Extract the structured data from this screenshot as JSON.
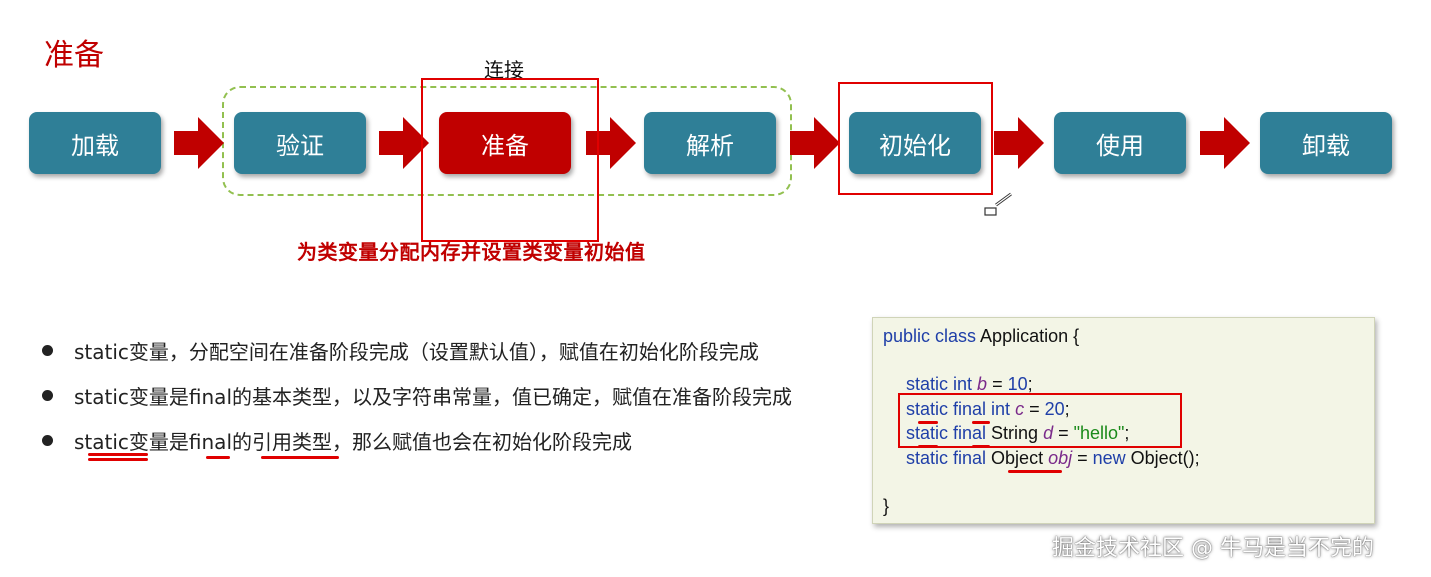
{
  "title": "准备",
  "stages": [
    {
      "label": "加载"
    },
    {
      "label": "验证"
    },
    {
      "label": "准备"
    },
    {
      "label": "解析"
    },
    {
      "label": "初始化"
    },
    {
      "label": "使用"
    },
    {
      "label": "卸载"
    }
  ],
  "group_label": "连接",
  "stage_note": "为类变量分配内存并设置类变量初始值",
  "bullets": [
    "static变量，分配空间在准备阶段完成（设置默认值），赋值在初始化阶段完成",
    "static变量是final的基本类型，以及字符串常量，值已确定，赋值在准备阶段完成",
    "static变量是final的引用类型，那么赋值也会在初始化阶段完成"
  ],
  "code": {
    "line1": {
      "a": "public class",
      "b": " Application {"
    },
    "line2": {
      "kw": "static int",
      "var": "b",
      "eq": " = ",
      "val": "10",
      "end": ";"
    },
    "line3": {
      "kw": "static final int",
      "var": "c",
      "eq": " = ",
      "val": "20",
      "end": ";"
    },
    "line4": {
      "kw": "static final",
      "type": " String ",
      "var": "d",
      "eq": " = ",
      "val": "\"hello\"",
      "end": ";"
    },
    "line5": {
      "kw": "static final",
      "type": " Object ",
      "var": "obj",
      "eq": " = ",
      "kw2": "new",
      "end": " Object();"
    },
    "line6": "}"
  },
  "watermark": "掘金技术社区 @ 牛马是当不完的",
  "colors": {
    "stage": "#2f7f97",
    "active": "#c00000",
    "arrow": "#c00000",
    "group_border": "#92c050"
  }
}
